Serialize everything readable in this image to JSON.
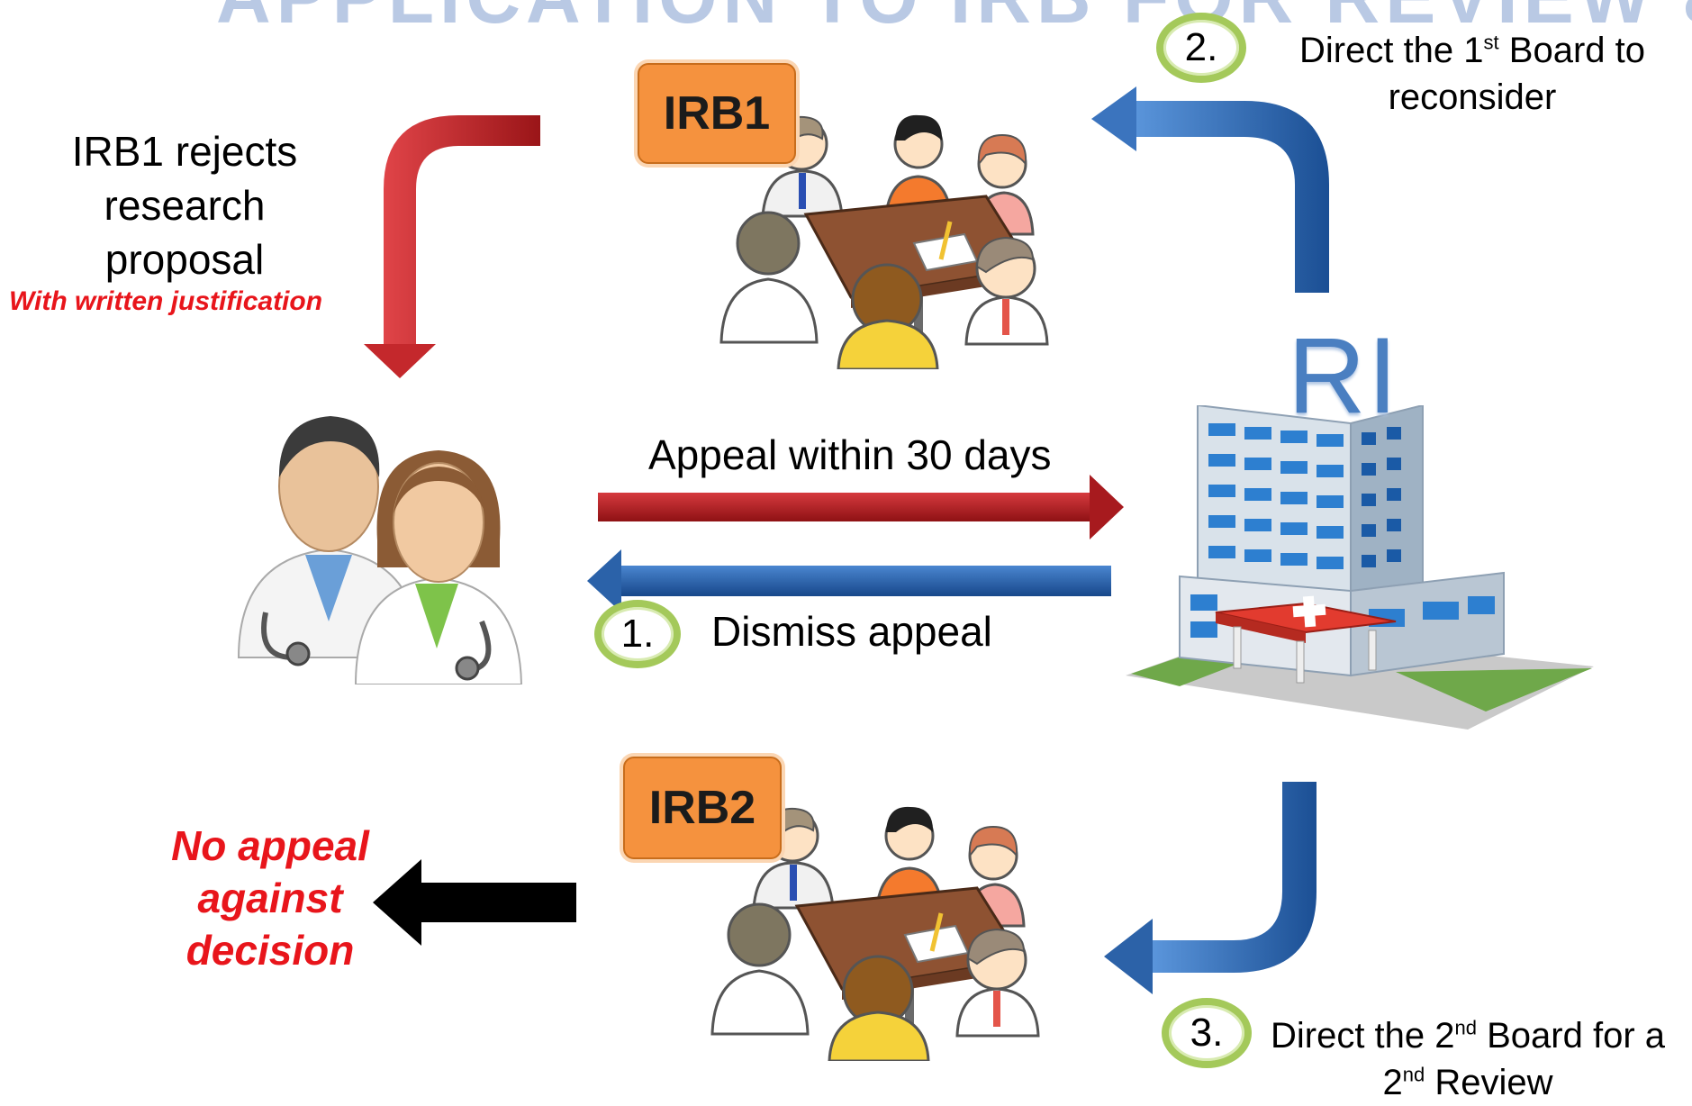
{
  "header_partial": "APPLICATION TO IRB FOR REVIEW & APPEAL",
  "irb1_badge": "IRB1",
  "irb2_badge": "IRB2",
  "ri_label": "RI",
  "rejects": {
    "line1": "IRB1 rejects",
    "line2": "research",
    "line3": "proposal",
    "note": "With written justification"
  },
  "appeal_label": "Appeal within 30 days",
  "step1": {
    "number": "1.",
    "label": "Dismiss appeal"
  },
  "step2": {
    "number": "2.",
    "label_pre": "Direct the 1",
    "sup": "st",
    "label_post": " Board to",
    "line2": "reconsider"
  },
  "step3": {
    "number": "3.",
    "label_pre": "Direct the 2",
    "sup": "nd",
    "label_post": " Board for a",
    "line2_pre": "2",
    "line2_sup": "nd",
    "line2_post": " Review"
  },
  "no_appeal": {
    "line1": "No appeal",
    "line2": "against",
    "line3": "decision"
  },
  "colors": {
    "red_arrow": "#b01e23",
    "blue_arrow": "#2a62a8",
    "black_arrow": "#000000",
    "badge": "#f5923e",
    "circle": "#a4c95a",
    "ri_text": "#4a7fc1"
  },
  "icons": [
    "doctors-icon",
    "hospital-building-icon",
    "meeting-table-icon"
  ]
}
